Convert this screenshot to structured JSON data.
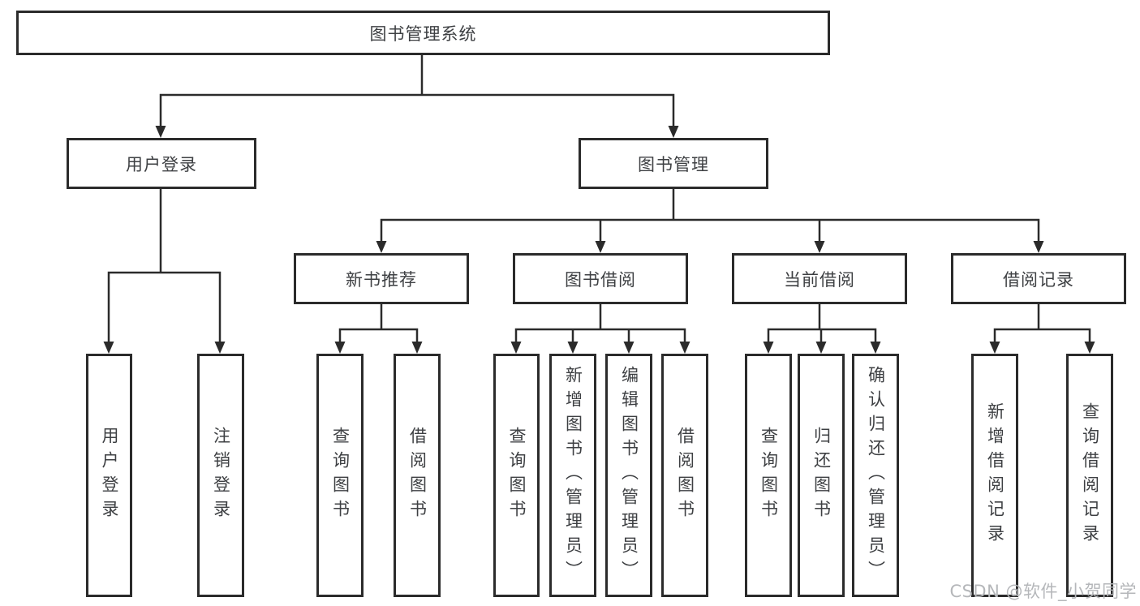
{
  "nodes": {
    "root": {
      "label": "图书管理系统"
    },
    "user_login": {
      "label": "用户登录"
    },
    "book_management": {
      "label": "图书管理"
    },
    "new_book_recommendation": {
      "label": "新书推荐"
    },
    "book_borrowing": {
      "label": "图书借阅"
    },
    "current_borrowing": {
      "label": "当前借阅"
    },
    "borrowing_records": {
      "label": "借阅记录"
    },
    "leaves": {
      "user_login": {
        "label": "用户登录"
      },
      "logout": {
        "label": "注销登录"
      },
      "rec_query_books": {
        "label": "查询图书"
      },
      "rec_borrow_books": {
        "label": "借阅图书"
      },
      "bor_query_books": {
        "label": "查询图书"
      },
      "bor_add_books": {
        "label": "新增图书（管理员）"
      },
      "bor_edit_books": {
        "label": "编辑图书（管理员）"
      },
      "bor_borrow_books": {
        "label": "借阅图书"
      },
      "cur_query_books": {
        "label": "查询图书"
      },
      "cur_return_books": {
        "label": "归还图书"
      },
      "cur_confirm_return": {
        "label": "确认归还（管理员）"
      },
      "log_new_record": {
        "label": "新增借阅记录"
      },
      "log_query_record": {
        "label": "查询借阅记录"
      }
    }
  },
  "watermark": {
    "text": "CSDN @软件_小贺同学"
  },
  "colors": {
    "line": "#2b2b2b",
    "box_border": "#2b2b2b",
    "text": "#3e4043",
    "watermark": "#b5b7ba",
    "background": "#ffffff"
  }
}
